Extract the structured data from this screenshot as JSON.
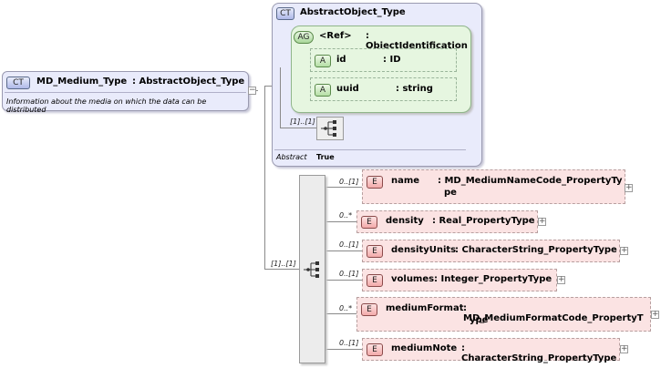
{
  "main_type": {
    "badge": "CT",
    "name": "MD_Medium_Type",
    "base_type": ": AbstractObject_Type",
    "description": "Information about the media on which the data can be distributed"
  },
  "abstract_object": {
    "badge": "CT",
    "name": "AbstractObject_Type",
    "attribute_group": {
      "badge": "AG",
      "name": "<Ref>",
      "type": ": ObjectIdentification"
    },
    "attributes": [
      {
        "badge": "A",
        "name": "id",
        "type": ": ID"
      },
      {
        "badge": "A",
        "name": "uuid",
        "type": ": string"
      }
    ],
    "sequence_multiplicity": "[1]..[1]",
    "abstract_label": "Abstract",
    "abstract_value": "True"
  },
  "sequence_multiplicity": "[1]..[1]",
  "elements": [
    {
      "badge": "E",
      "multiplicity": "0..[1]",
      "name": "name",
      "type": ": MD_MediumNameCode_PropertyTy",
      "type_cont": "pe"
    },
    {
      "badge": "E",
      "multiplicity": "0..*",
      "name": "density",
      "type": ": Real_PropertyType",
      "type_cont": ""
    },
    {
      "badge": "E",
      "multiplicity": "0..[1]",
      "name": "densityUnits",
      "type": ": CharacterString_PropertyType",
      "type_cont": ""
    },
    {
      "badge": "E",
      "multiplicity": "0..[1]",
      "name": "volumes",
      "type": ": Integer_PropertyType",
      "type_cont": ""
    },
    {
      "badge": "E",
      "multiplicity": "0..*",
      "name": "mediumFormat",
      "type": ": MD_MediumFormatCode_PropertyT",
      "type_cont": "ype"
    },
    {
      "badge": "E",
      "multiplicity": "0..[1]",
      "name": "mediumNote",
      "type": ": CharacterString_PropertyType",
      "type_cont": ""
    }
  ],
  "colors": {
    "ct_fill": "#e9ebfb",
    "attr_fill": "#e6f6e0",
    "elem_fill": "#fbe3e3",
    "line": "#8a8a8a"
  }
}
